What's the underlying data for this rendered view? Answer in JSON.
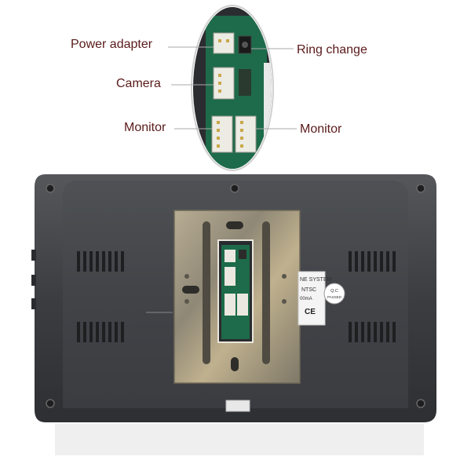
{
  "callouts": {
    "power_adapter": "Power adapter",
    "camera": "Camera",
    "monitor_left": "Monitor",
    "ring_change": "Ring change",
    "monitor_right": "Monitor"
  },
  "sticker": {
    "line1": "NE SYSTEM",
    "line2": "NTSC",
    "line3": "00mA",
    "ce": "CE"
  },
  "qc_badge": {
    "line1": "Q.C",
    "line2": "PASSED"
  },
  "colors": {
    "label_text": "#5a1a1a",
    "housing": "#3f4044",
    "bracket": "#a99c7f",
    "pcb": "#1d6b4a"
  }
}
